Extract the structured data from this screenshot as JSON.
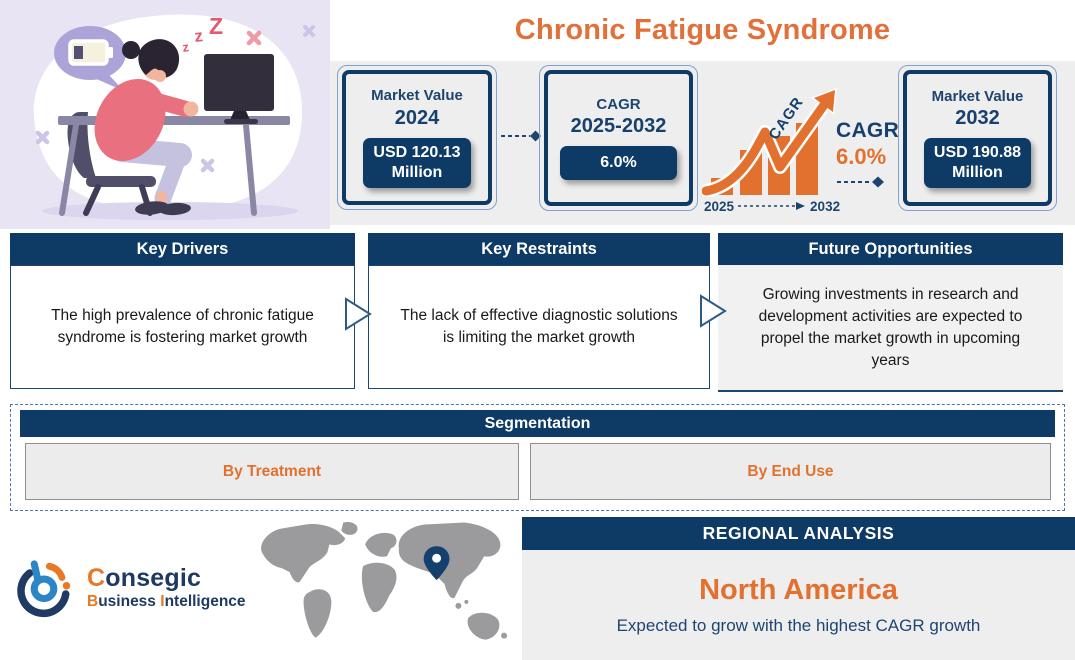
{
  "title": "Chronic Fatigue Syndrome",
  "illustration": {
    "zzz_1": "z",
    "zzz_2": "z",
    "zzz_3": "Z"
  },
  "stats": {
    "box_2024": {
      "label": "Market Value",
      "year": "2024",
      "value_line1": "USD 120.13",
      "value_line2": "Million"
    },
    "box_cagr": {
      "label": "CAGR",
      "year": "2025-2032",
      "value": "6.0%"
    },
    "box_2032": {
      "label": "Market Value",
      "year": "2032",
      "value_line1": "USD 190.88",
      "value_line2": "Million"
    },
    "chart": {
      "arrow_label": "CAGR",
      "callout_label": "CAGR",
      "callout_value": "6.0%",
      "year_start": "2025",
      "year_end": "2032"
    }
  },
  "cards": {
    "drivers": {
      "title": "Key Drivers",
      "text": "The high prevalence of chronic fatigue syndrome is fostering market growth"
    },
    "restraints": {
      "title": "Key Restraints",
      "text": "The lack of effective diagnostic solutions is limiting the market growth"
    },
    "opportunities": {
      "title": "Future Opportunities",
      "text": "Growing investments in research and development activities are expected to propel the market growth in upcoming years"
    }
  },
  "segmentation": {
    "title": "Segmentation",
    "items": [
      {
        "label": "By Treatment"
      },
      {
        "label": "By End Use"
      }
    ]
  },
  "regional": {
    "header": "REGIONAL ANALYSIS",
    "region": "North America",
    "note": "Expected to grow with the highest CAGR growth"
  },
  "brand": {
    "word1_initial": "C",
    "word1_rest": "onsegic",
    "word2_initial": "B",
    "word2_rest": "usiness",
    "word3_initial": "I",
    "word3_rest": "ntelligence"
  },
  "colors": {
    "navy": "#0E3A66",
    "orange": "#E2712F",
    "strip_gray": "#EFEEEE"
  }
}
